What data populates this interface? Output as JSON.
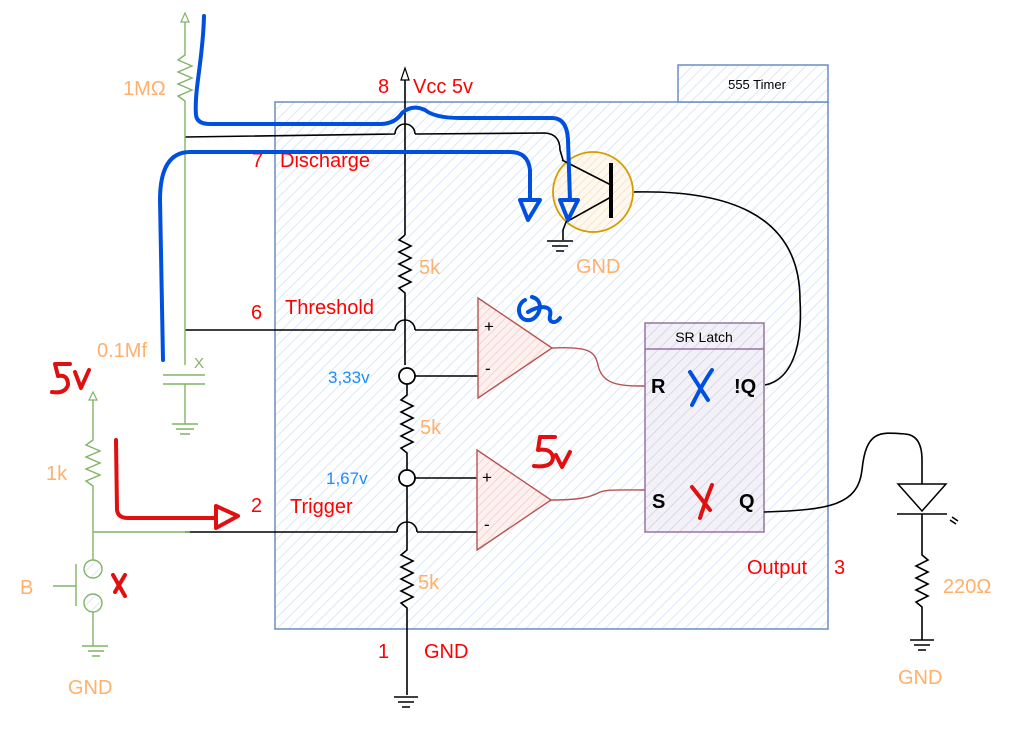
{
  "diagram": {
    "title": "555 Timer",
    "chip": {
      "title": "555 Timer",
      "pins": [
        {
          "number": "8",
          "label": "Vcc 5v"
        },
        {
          "number": "7",
          "label": "Discharge"
        },
        {
          "number": "6",
          "label": "Threshold"
        },
        {
          "number": "2",
          "label": "Trigger"
        },
        {
          "number": "1",
          "label": "GND"
        },
        {
          "number": "3",
          "label": "Output"
        }
      ],
      "divider_resistors": [
        "5k",
        "5k",
        "5k"
      ],
      "node_voltages": [
        "3,33v",
        "1,67v"
      ],
      "comparator_signs": {
        "plus": "+",
        "minus": "-"
      },
      "transistor_ground_label": "GND",
      "latch": {
        "title": "SR Latch",
        "inputs": [
          "R",
          "S"
        ],
        "outputs": [
          "!Q",
          "Q"
        ]
      }
    },
    "external": {
      "timing_resistor": "1MΩ",
      "timing_capacitor": "0.1Mf",
      "pullup_resistor": "1k",
      "pullup_supply": "5v",
      "button": "B",
      "button_ground": "GND",
      "led_resistor": "220Ω",
      "led_ground": "GND"
    },
    "annotations": {
      "comparator_top_note": "a",
      "comparator_bottom_note": "5v",
      "capacitor_mark": "X",
      "button_mark": "X"
    },
    "colors": {
      "chip_fill": "#dae8fc",
      "chip_border": "#6c8ebf",
      "latch_border": "#9673a6",
      "comparator": "#b85450",
      "transistor_circle": "#d79b00",
      "external_wire": "#82b366",
      "pin_label": "#ff0000",
      "component_value": "#ffb06a",
      "voltage_label": "#1a8cff",
      "blue_pen": "#0050e0",
      "red_pen": "#e01010"
    }
  }
}
